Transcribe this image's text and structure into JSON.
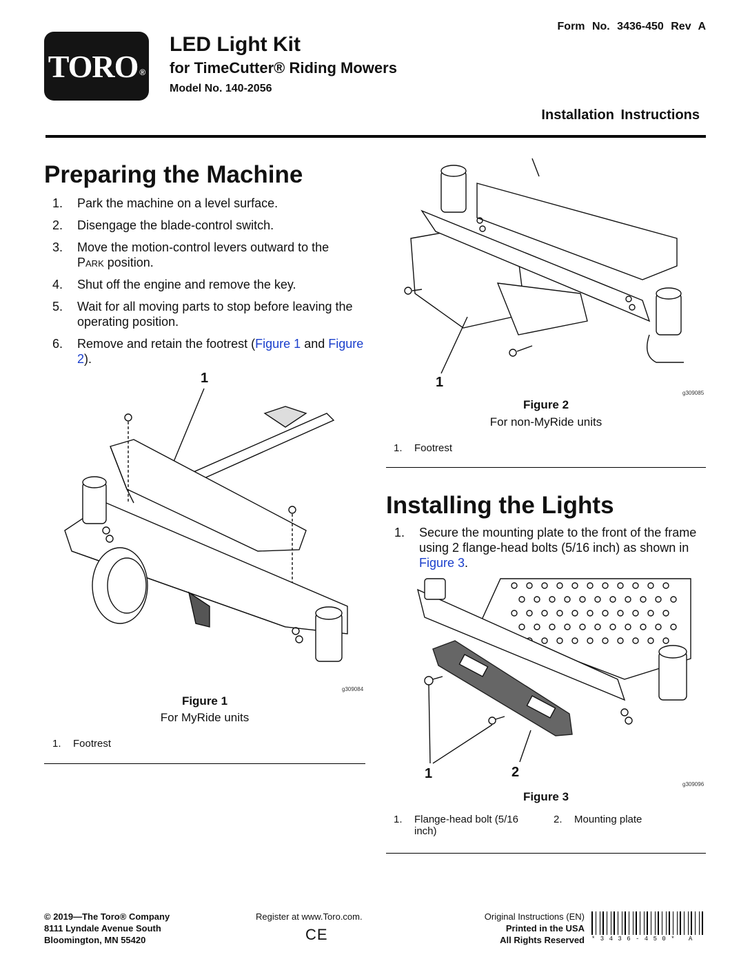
{
  "header": {
    "logo_text": "TORO",
    "logo_mark": "®",
    "title": "LED Light Kit",
    "subtitle": "for TimeCutter® Riding Mowers",
    "model": "Model No.  140-2056",
    "form_no": "Form No.  3436-450 Rev A",
    "doc_type": "Installation Instructions"
  },
  "preparing": {
    "heading": "Preparing the Machine",
    "steps": [
      "Park the machine on a level surface.",
      "Disengage the blade-control switch.",
      "Move the motion-control levers outward to the",
      "Shut off the engine and remove the key.",
      "Wait for all moving parts to stop before leaving the operating position.",
      "Remove and retain the footrest ("
    ],
    "step3_park": "Park",
    "step3_tail": " position.",
    "step6_link1": "Figure 1",
    "step6_and": " and",
    "step6_link2": "Figure 2",
    "step6_end": ")."
  },
  "figure1": {
    "callout": "1",
    "code": "g309084",
    "caption": "Figure 1",
    "subcaption": "For MyRide units",
    "legend": [
      {
        "num": "1.",
        "text": "Footrest"
      }
    ]
  },
  "figure2": {
    "callout": "1",
    "code": "g309085",
    "caption": "Figure 2",
    "subcaption": "For non-MyRide units",
    "legend": [
      {
        "num": "1.",
        "text": "Footrest"
      }
    ]
  },
  "installing": {
    "heading": "Installing the Lights",
    "step1_a": "Secure the mounting plate to the front of the frame using 2 flange-head bolts (5/16 inch) as shown in ",
    "step1_link": "Figure 3",
    "step1_end": "."
  },
  "figure3": {
    "callout1": "1",
    "callout2": "2",
    "code": "g309096",
    "caption": "Figure 3",
    "legend": [
      {
        "num": "1.",
        "text": "Flange-head bolt (5/16 inch)"
      },
      {
        "num": "2.",
        "text": "Mounting plate"
      }
    ]
  },
  "footer": {
    "company": "© 2019—The Toro® Company",
    "address1": "8111 Lyndale Avenue South",
    "address2": "Bloomington, MN 55420",
    "register": "Register at www.Toro.com.",
    "ce": "CE",
    "original": "Original Instructions (EN)",
    "printed": "Printed in the USA",
    "rights": "All Rights Reserved",
    "barcode_text": "* 3 4 3 6 - 4 5 0 *   A"
  }
}
